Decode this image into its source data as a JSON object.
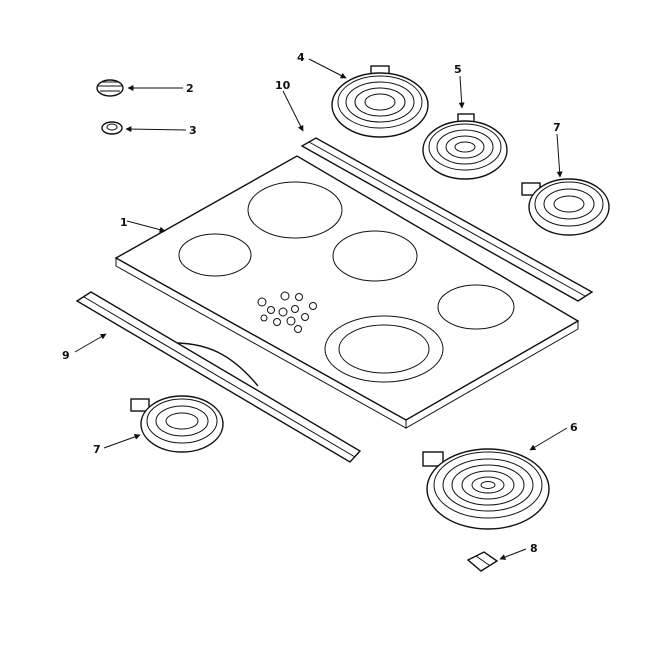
{
  "diagram": {
    "callouts": [
      {
        "id": "c1",
        "label": "1"
      },
      {
        "id": "c2",
        "label": "2"
      },
      {
        "id": "c3",
        "label": "3"
      },
      {
        "id": "c4",
        "label": "4"
      },
      {
        "id": "c5",
        "label": "5"
      },
      {
        "id": "c6",
        "label": "6"
      },
      {
        "id": "c7a",
        "label": "7"
      },
      {
        "id": "c7b",
        "label": "7"
      },
      {
        "id": "c8",
        "label": "8"
      },
      {
        "id": "c9",
        "label": "9"
      },
      {
        "id": "c10",
        "label": "10"
      }
    ]
  }
}
